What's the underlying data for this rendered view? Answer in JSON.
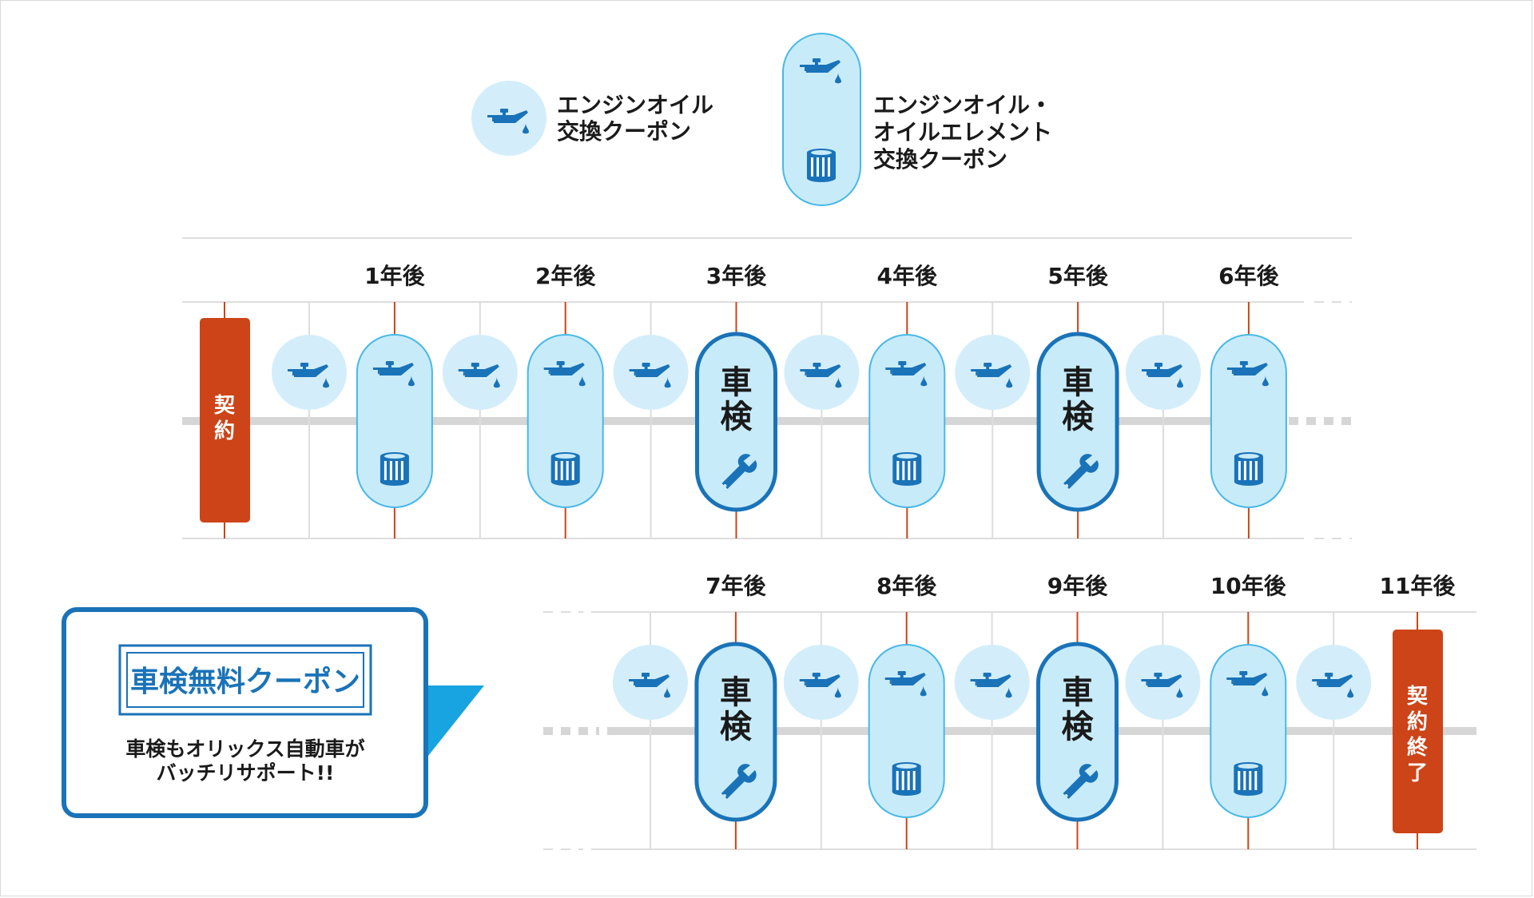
{
  "colors": {
    "accent_blue": "#1a73b8",
    "light_blue": "#d3eefa",
    "capsule_fill": "#c8ebfa",
    "capsule_stroke": "#47b8e8",
    "contract_red": "#cc4418",
    "grid_gray": "#dddddd",
    "axis_gray": "#d6d6d6",
    "callout_pointer": "#18a4e0"
  },
  "legend": {
    "oil": {
      "label_line1": "エンジンオイル",
      "label_line2": "交換クーポン",
      "icon": "oil-can-icon"
    },
    "oil_element": {
      "label_line1": "エンジンオイル・",
      "label_line2": "オイルエレメント",
      "label_line3": "交換クーポン",
      "icons": [
        "oil-can-icon",
        "oil-filter-icon"
      ]
    }
  },
  "timeline": {
    "contract_start": "契約",
    "contract_end": [
      "契",
      "約",
      "終",
      "了"
    ],
    "inspection_label": [
      "車",
      "検"
    ],
    "row1_years": [
      "1年後",
      "2年後",
      "3年後",
      "4年後",
      "5年後",
      "6年後"
    ],
    "row1_events": [
      "oil",
      "oil_element",
      "oil",
      "oil_element",
      "oil",
      "inspection",
      "oil",
      "oil_element",
      "oil",
      "inspection",
      "oil",
      "oil_element"
    ],
    "row2_years": [
      "7年後",
      "8年後",
      "9年後",
      "10年後",
      "11年後"
    ],
    "row2_events": [
      "oil",
      "inspection",
      "oil",
      "oil_element",
      "oil",
      "inspection",
      "oil",
      "oil_element",
      "oil"
    ]
  },
  "callout": {
    "badge_text": "車検無料クーポン",
    "line1": "車検もオリックス自動車が",
    "line2": "バッチリサポート!!"
  }
}
